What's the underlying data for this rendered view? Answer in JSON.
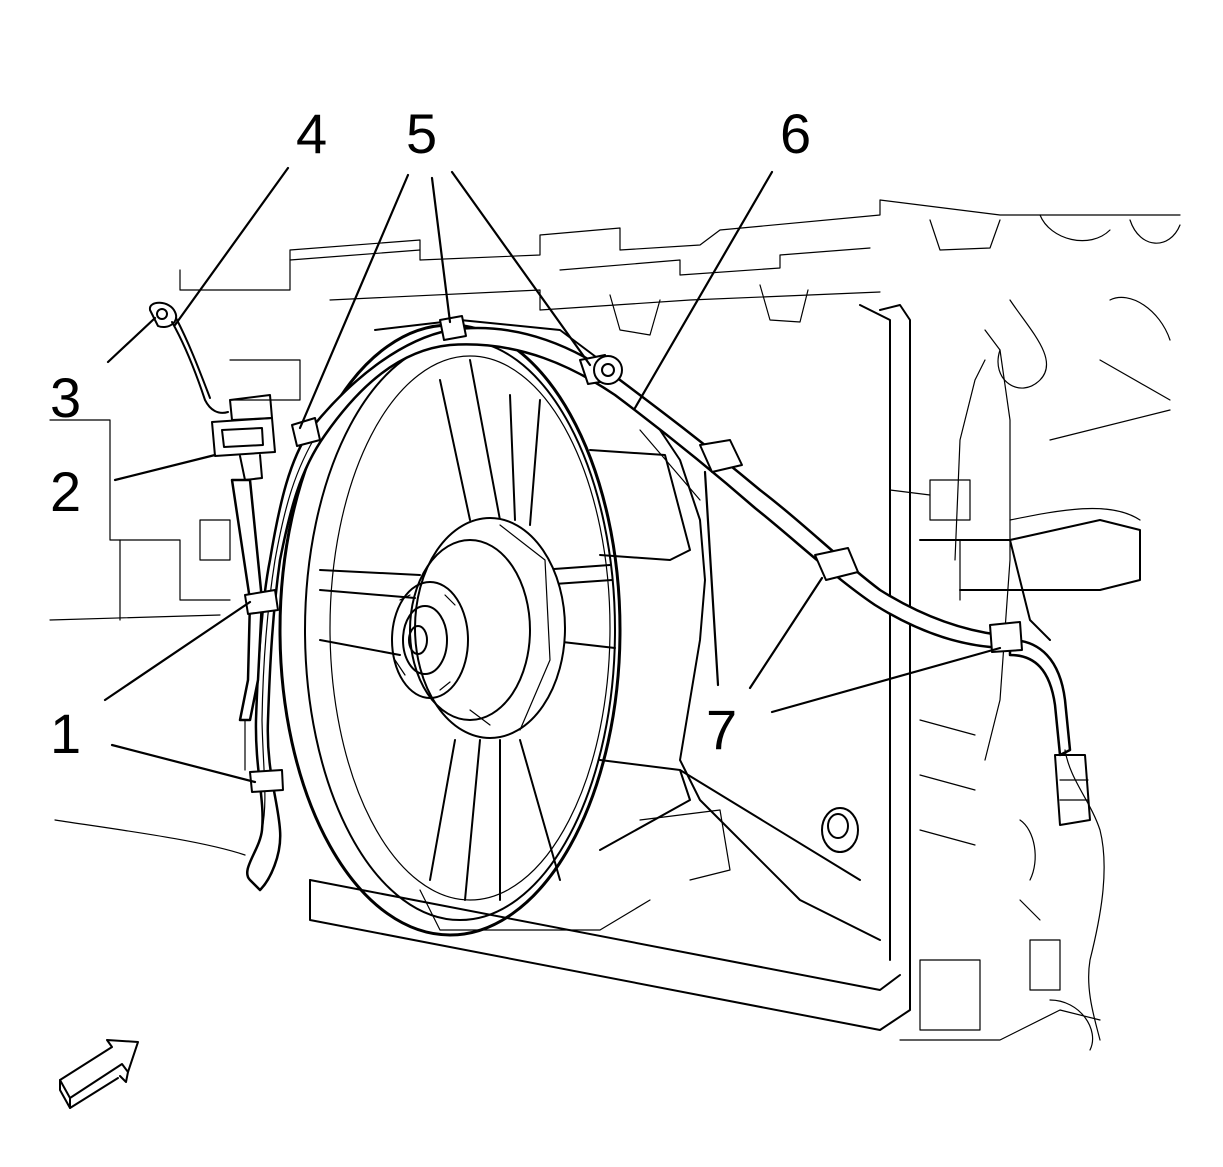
{
  "callouts": {
    "c1": "1",
    "c2": "2",
    "c3": "3",
    "c4": "4",
    "c5": "5",
    "c6": "6",
    "c7": "7"
  },
  "icons": {
    "view_arrow": "direction-arrow-icon"
  },
  "colors": {
    "line": "#000000",
    "background": "#ffffff"
  }
}
